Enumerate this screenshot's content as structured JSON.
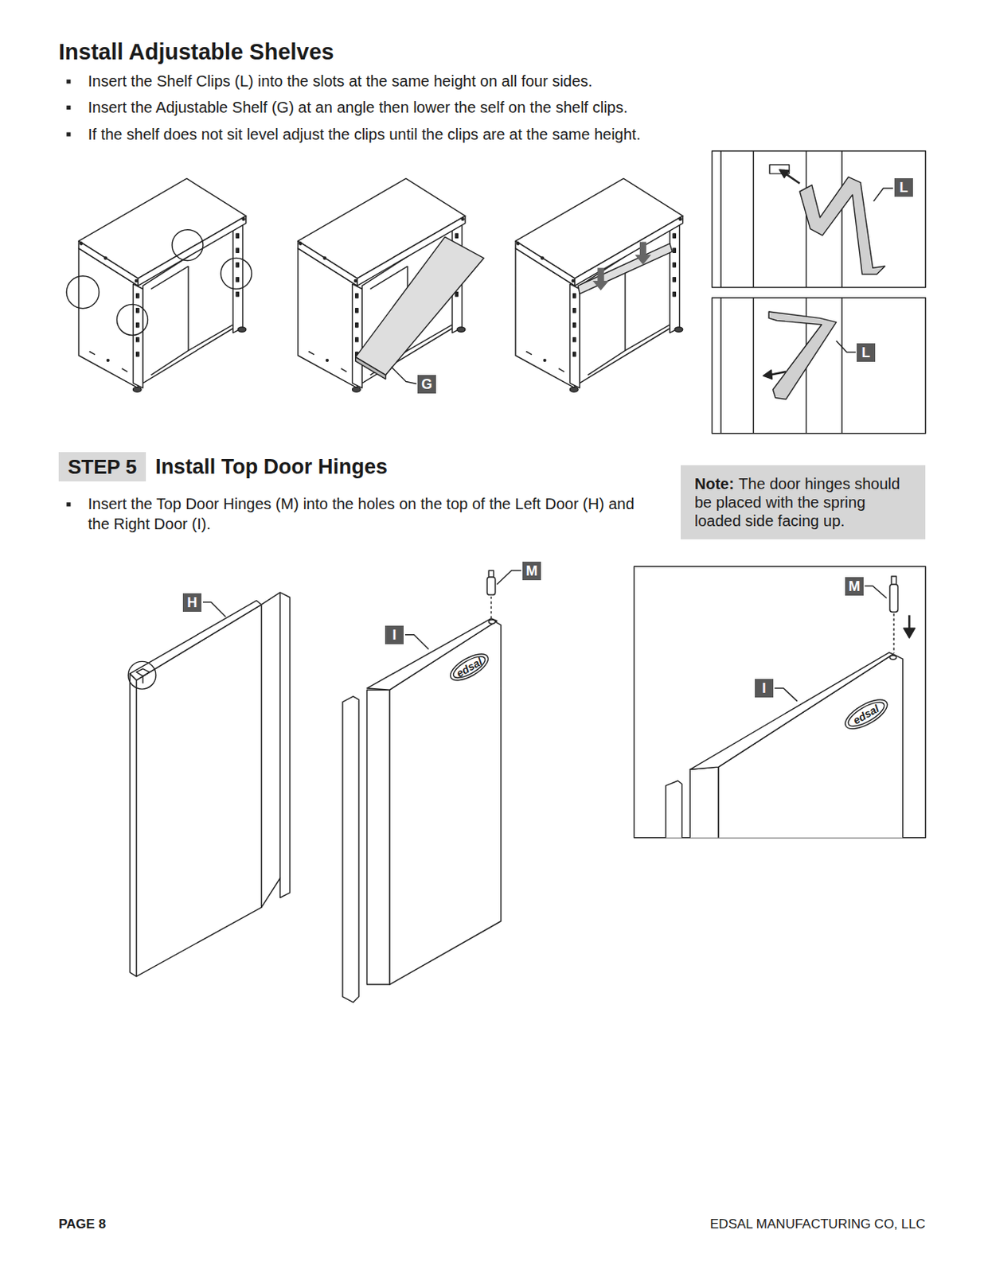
{
  "diagram": {
    "title": "Install Adjustable Shelves",
    "nodes": [
      {
        "text": [
          "STEP 5",
          "Install Top Door Hinges"
        ]
      },
      {
        "text": [
          "Note:",
          "The door hinges should be placed with the spring loaded side facing up."
        ]
      }
    ],
    "labels": [
      "Insert the Shelf Clips (L) into the slots at the same height on all four sides.",
      "Insert the Adjustable Shelf (G) at an angle then lower the self on the shelf clips.",
      "If the shelf does not sit level adjust the clips until the clips are at the same height.",
      "L",
      "G",
      "L",
      "Insert the Top Door Hinges (M) into the holes on the top of the Left Door (H) and the Right Door (I).",
      "M",
      "H",
      "I",
      "edsal",
      "M",
      "I",
      "edsal",
      "PAGE 8",
      "EDSAL MANUFACTURING CO, LLC"
    ]
  }
}
